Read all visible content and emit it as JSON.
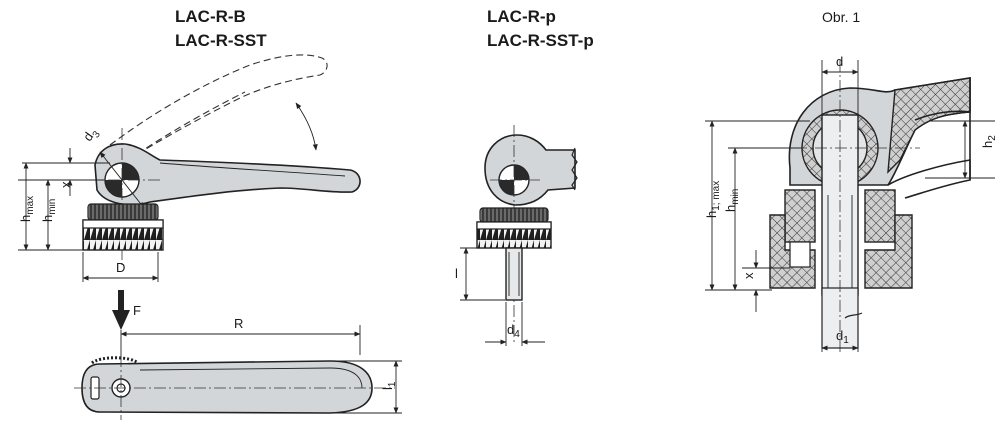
{
  "labels": {
    "left_title_1": "LAC-R-B",
    "left_title_2": "LAC-R-SST",
    "mid_title_1": "LAC-R-p",
    "mid_title_2": "LAC-R-SST-p",
    "fig_caption": "Obr. 1"
  },
  "dimensions": {
    "d3": "d",
    "d3_sub": "3",
    "x": "x",
    "h": "h",
    "max": "max",
    "min": "min",
    "D": "D",
    "F": "F",
    "R": "R",
    "l1": "l",
    "l1_sub": "1",
    "l": "l",
    "d4": "d",
    "d4_sub": "4",
    "d": "d",
    "h2": "h",
    "h2_sub": "2",
    "h1max": "h",
    "h1max_sub": "1; max",
    "hmin_right": "h",
    "hmin_right_sub": "min",
    "x_right": "x",
    "d1": "d",
    "d1_sub": "1"
  },
  "colors": {
    "metal": "#d3d6d8",
    "ink": "#222222",
    "plastic": "#2a2a2a"
  }
}
